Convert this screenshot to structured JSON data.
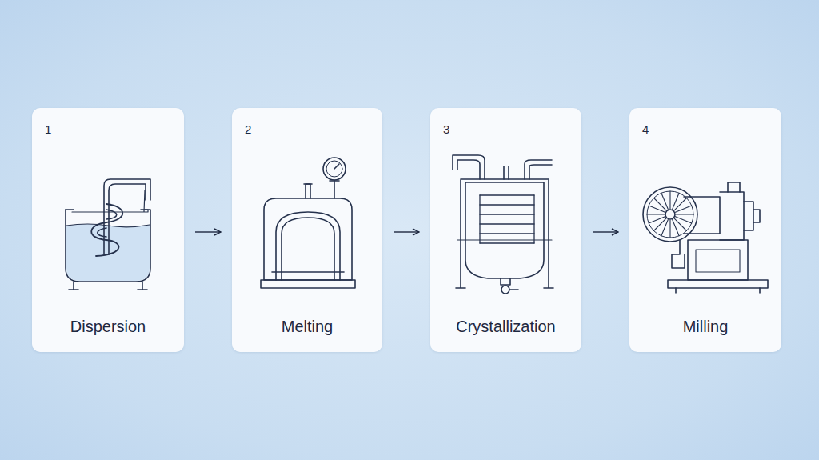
{
  "diagram": {
    "nodes": [
      {
        "text": [
          "1",
          "Dispersion"
        ]
      },
      {
        "text": [
          "2",
          "Melting"
        ]
      },
      {
        "text": [
          "3",
          "Crystallization"
        ]
      },
      {
        "text": [
          "4",
          "Milling"
        ]
      }
    ],
    "edges": [
      {
        "from": 0,
        "to": 1,
        "arrow": "to"
      },
      {
        "from": 1,
        "to": 2,
        "arrow": "to"
      },
      {
        "from": 2,
        "to": 3,
        "arrow": "to"
      }
    ]
  }
}
